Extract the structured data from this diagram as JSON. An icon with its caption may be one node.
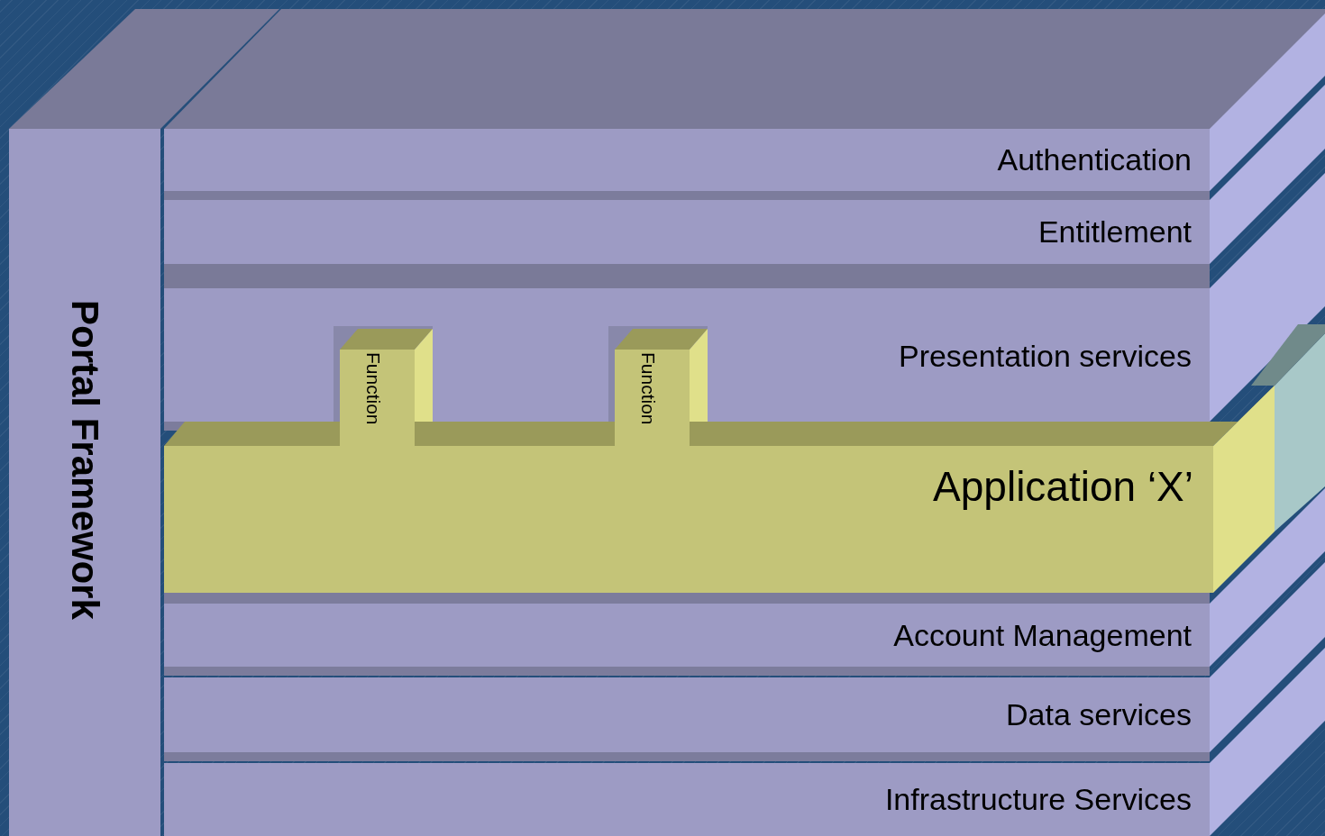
{
  "diagram": {
    "nodes": [
      {
        "text": [
          "Portal Framework"
        ]
      },
      {
        "text": [
          "Authentication"
        ]
      },
      {
        "text": [
          "Entitlement"
        ]
      },
      {
        "text": [
          "Presentation services"
        ]
      },
      {
        "text": [
          "Application ‘X’"
        ]
      },
      {
        "text": [
          "Function"
        ]
      },
      {
        "text": [
          "Function"
        ]
      },
      {
        "text": [
          "Account Management"
        ]
      },
      {
        "text": [
          "Data services"
        ]
      },
      {
        "text": [
          "Infrastructure Services"
        ]
      }
    ]
  }
}
